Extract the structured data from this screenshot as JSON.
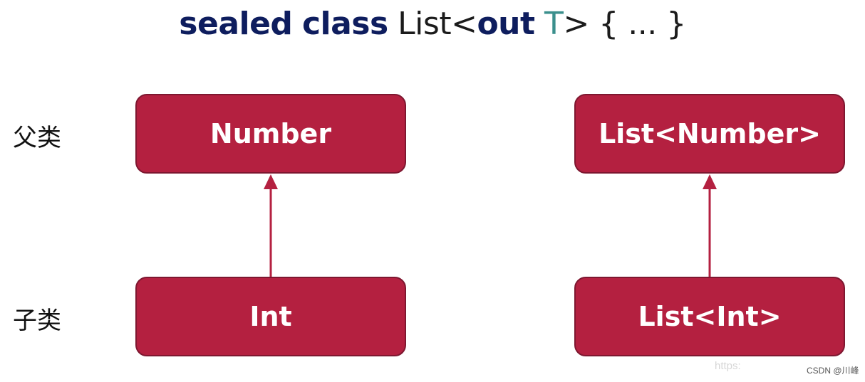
{
  "title": {
    "kw_sealed": "sealed",
    "kw_class": "class",
    "type_name": "List<",
    "kw_out": "out",
    "type_param": "T",
    "suffix": "> { ... }"
  },
  "rows": {
    "parent_label": "父类",
    "child_label": "子类"
  },
  "left": {
    "parent": "Number",
    "child": "Int"
  },
  "right": {
    "parent": "List<Number>",
    "child": "List<Int>"
  },
  "watermark": "https:",
  "credit": "CSDN @川峰",
  "colors": {
    "box_fill": "#b42040",
    "box_border": "#7e1730",
    "keyword": "#0e1d5e",
    "type_param": "#3a8f8c",
    "arrow": "#b42040"
  }
}
